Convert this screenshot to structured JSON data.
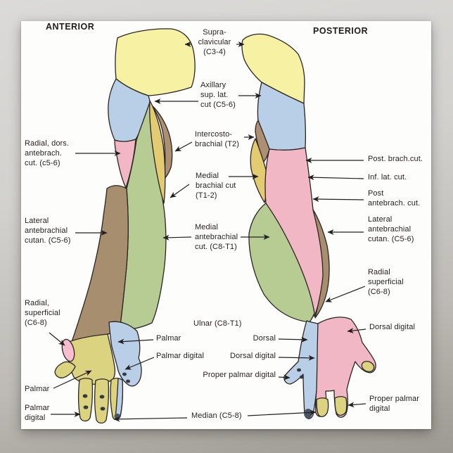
{
  "page": {
    "title_left": "ANTERIOR",
    "title_right": "POSTERIOR"
  },
  "palette": {
    "supraclavicular_yellow": "#f6f1a3",
    "axillary_blue": "#b9cee7",
    "radial_pink": "#f2b7c4",
    "medial_brachial_khaki": "#e3cb72",
    "intercosto_brown": "#ac9071",
    "antebrachial_tan": "#a78e6f",
    "antebrachial_green": "#b7cc93",
    "median_hand_yellow": "#dcd381",
    "radial_oval_pink": "#f6bed0",
    "digit_dot": "#353a42",
    "dark_finger_tip": "#4a5565",
    "outline": "#2a2521",
    "line": "#231f20",
    "text": "#262223",
    "poster_bg": "#fdfdfc"
  },
  "labels": {
    "supraclavicular": "Supra-\nclavicular\n(C3-4)",
    "axillary": "Axillary\nsup. lat.\ncut (C5-6)",
    "intercostobrachial": "Intercosto-\nbrachial (T2)",
    "medial_brachial": "Medial\nbrachial cut\n(T1-2)",
    "medial_antebrachial": "Medial\nantebrachial\ncut. (C8-T1)",
    "ulnar": "Ulnar (C8-T1)",
    "palmar_center": "Palmar",
    "palmar_digital_center": "Palmar digital",
    "dorsal_center": "Dorsal",
    "dorsal_digital_center": "Dorsal digital",
    "proper_palmar_digital_center": "Proper palmar digital",
    "median": "Median (C5-8)",
    "radial_dors_antebrach": "Radial, dors.\nantebrach.\ncut. (c5-6)",
    "lateral_antebrachial_left": "Lateral\nantebrachial\ncutan. (C5-6)",
    "radial_superficial_left": "Radial,\nsuperficial\n(C6-8)",
    "palmar_left": "Palmar",
    "palmar_digital_left": "Palmar\ndigital",
    "post_brachial": "Post. brach.cut.",
    "inf_lateral": "Inf. lat. cut.",
    "post_antebrachial": "Post\nantebrach. cut.",
    "lateral_antebrachial_right": "Lateral\nantebrachial\ncutan. (C5-6)",
    "radial_superficial_right": "Radial\nsuperficial\n(C6-8)",
    "dorsal_digital_right": "Dorsal digital",
    "proper_palmar_digital_right": "Proper palmar\ndigital"
  }
}
